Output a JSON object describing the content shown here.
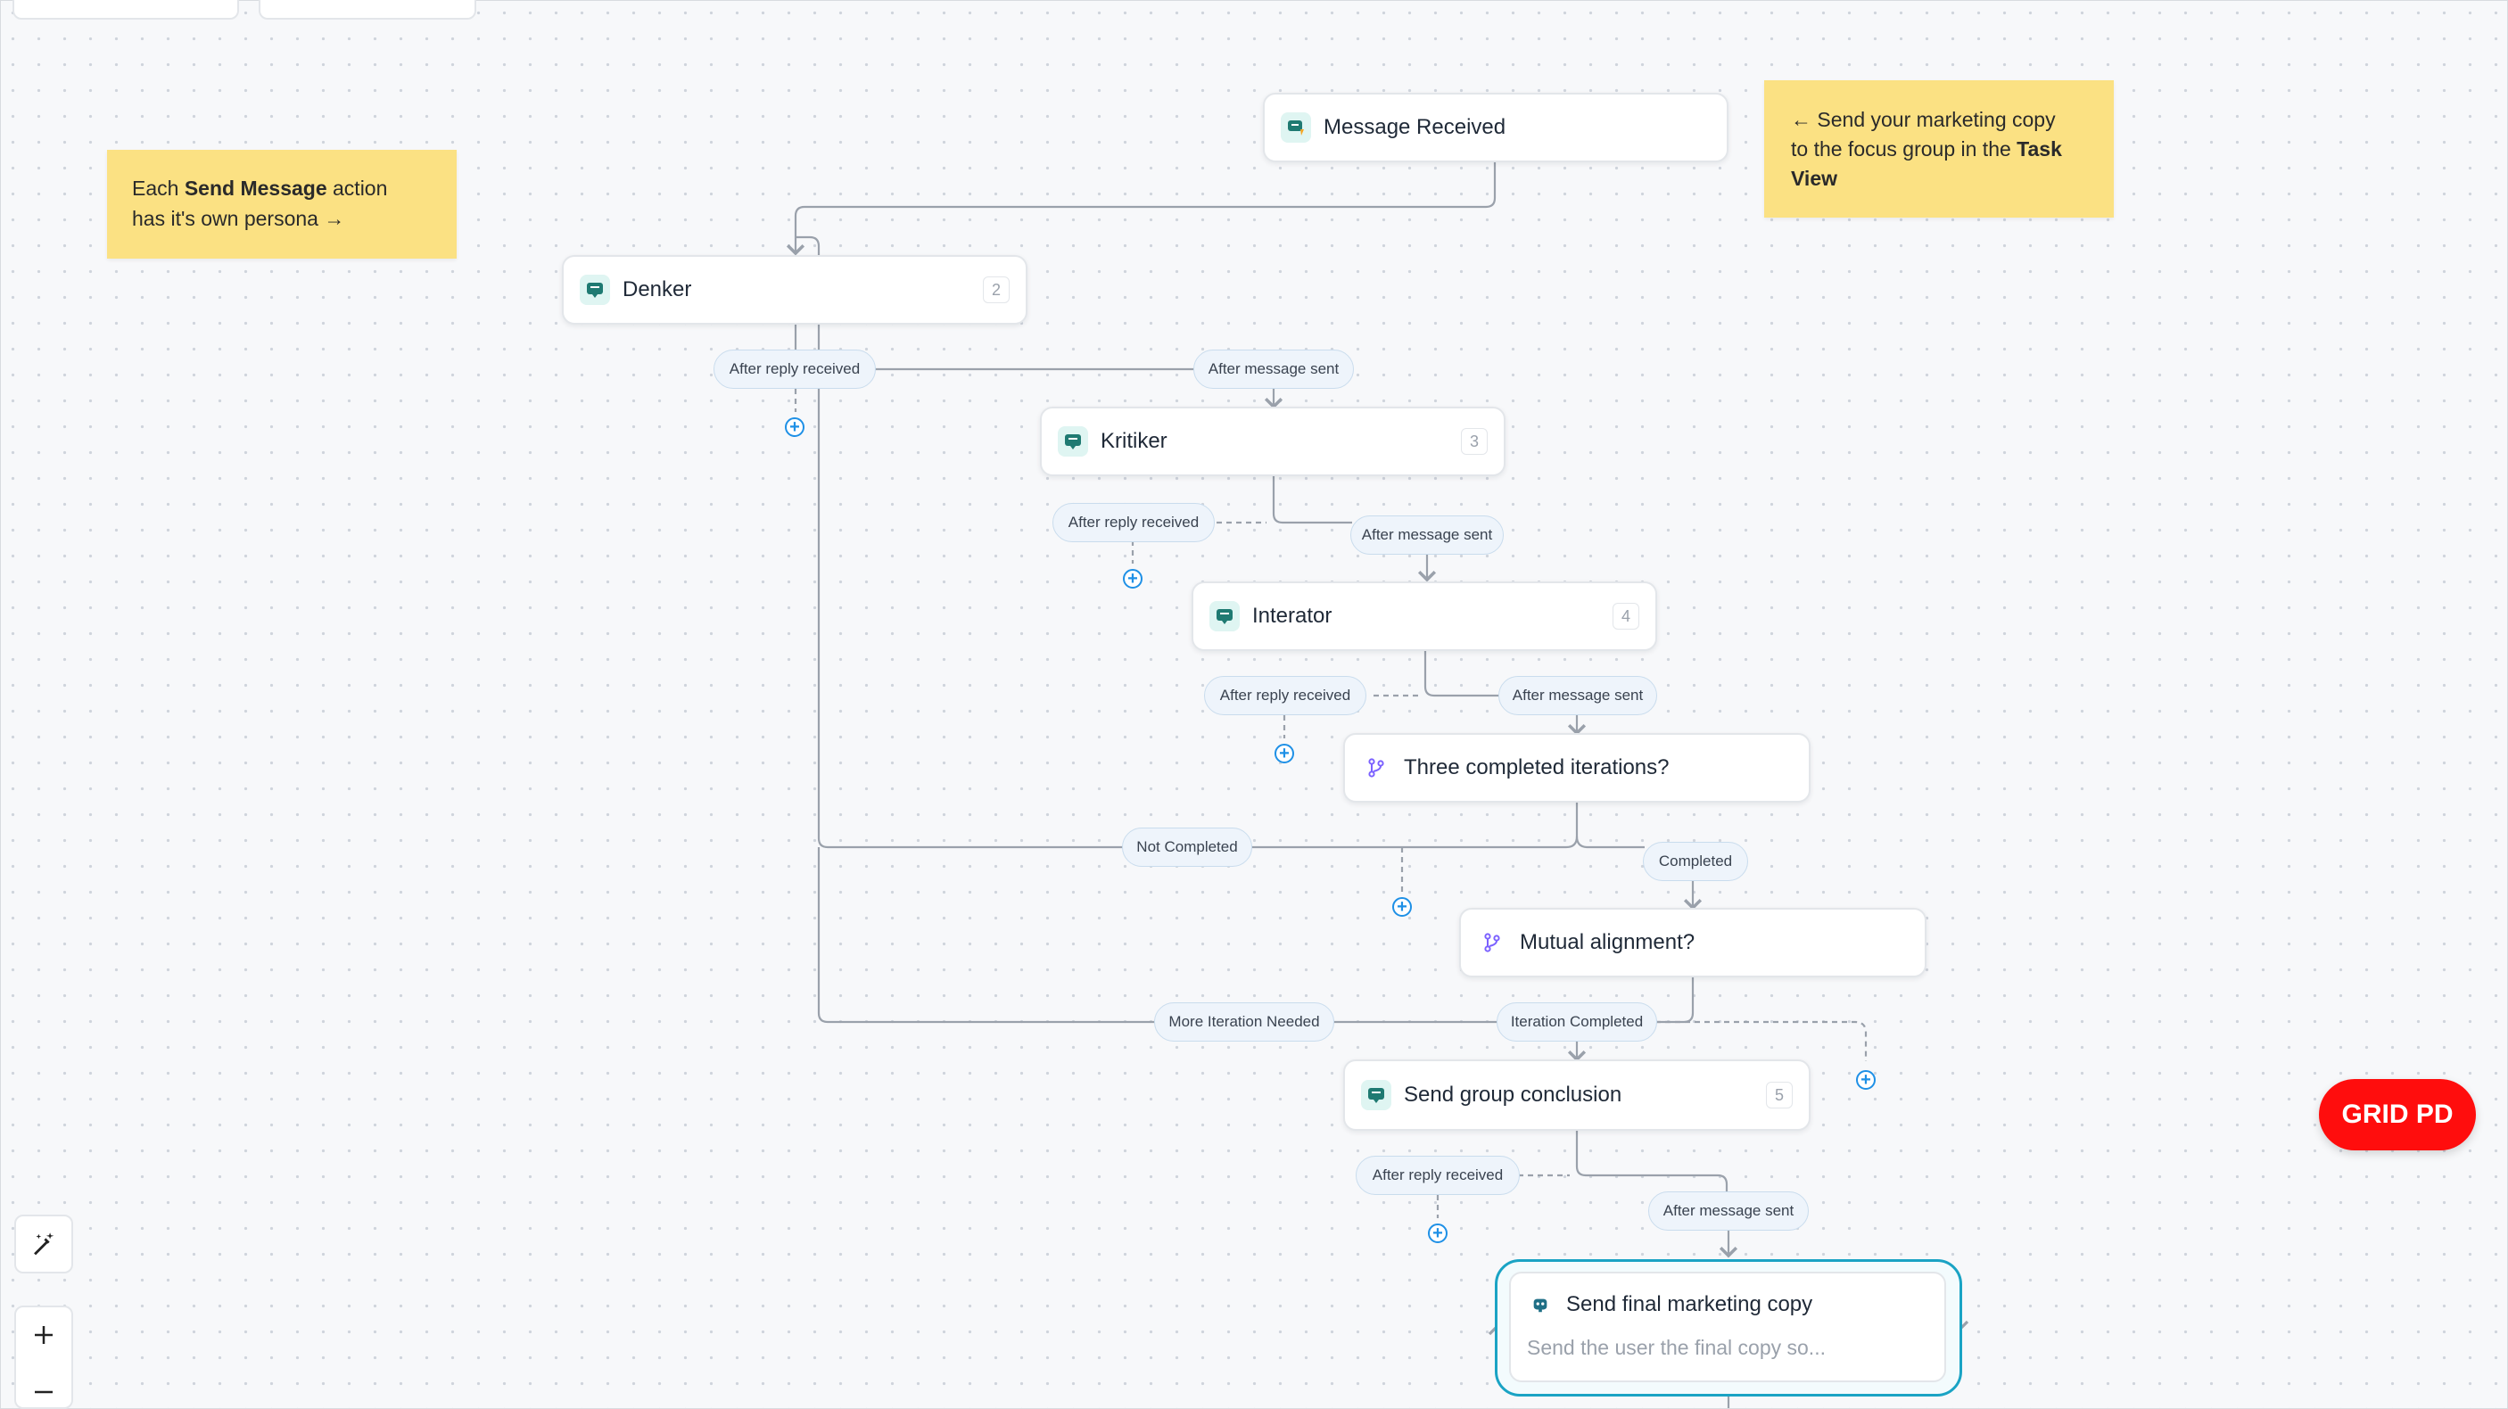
{
  "notes": {
    "left": {
      "prefix": "Each ",
      "bold": "Send Message",
      "suffix": " action",
      "line2": "has it's own persona →"
    },
    "right": {
      "arrow": "←",
      "line1": " Send your marketing copy",
      "line2": "to the focus group in the ",
      "bold1": "Task",
      "bold2": "View"
    }
  },
  "nodes": {
    "trigger": {
      "label": "Message Received"
    },
    "denker": {
      "label": "Denker",
      "num": "2"
    },
    "kritiker": {
      "label": "Kritiker",
      "num": "3"
    },
    "interator": {
      "label": "Interator",
      "num": "4"
    },
    "three_iterations": {
      "label": "Three completed iterations?"
    },
    "mutual": {
      "label": "Mutual alignment?"
    },
    "conclusion": {
      "label": "Send group conclusion",
      "num": "5"
    },
    "final": {
      "label": "Send final marketing copy",
      "description": "Send the user the final copy so..."
    }
  },
  "pills": {
    "reply1": "After reply received",
    "sent1": "After message sent",
    "reply2": "After reply received",
    "sent2": "After message sent",
    "reply3": "After reply received",
    "sent3": "After message sent",
    "not_completed": "Not Completed",
    "completed": "Completed",
    "more_iteration": "More Iteration Needed",
    "iteration_completed": "Iteration Completed",
    "reply4": "After reply received",
    "sent4": "After message sent"
  },
  "badge": "GRID PD",
  "colors": {
    "accent": "#1e90e6",
    "sticky": "#fbe183",
    "badge": "#ff0d0d",
    "selection": "#1aa3c4"
  },
  "icons": {
    "message": "chat-bubble-icon",
    "branch": "branch-icon",
    "magic": "magic-wand-icon",
    "zoom_in": "plus-icon",
    "zoom_out": "minus-icon"
  }
}
